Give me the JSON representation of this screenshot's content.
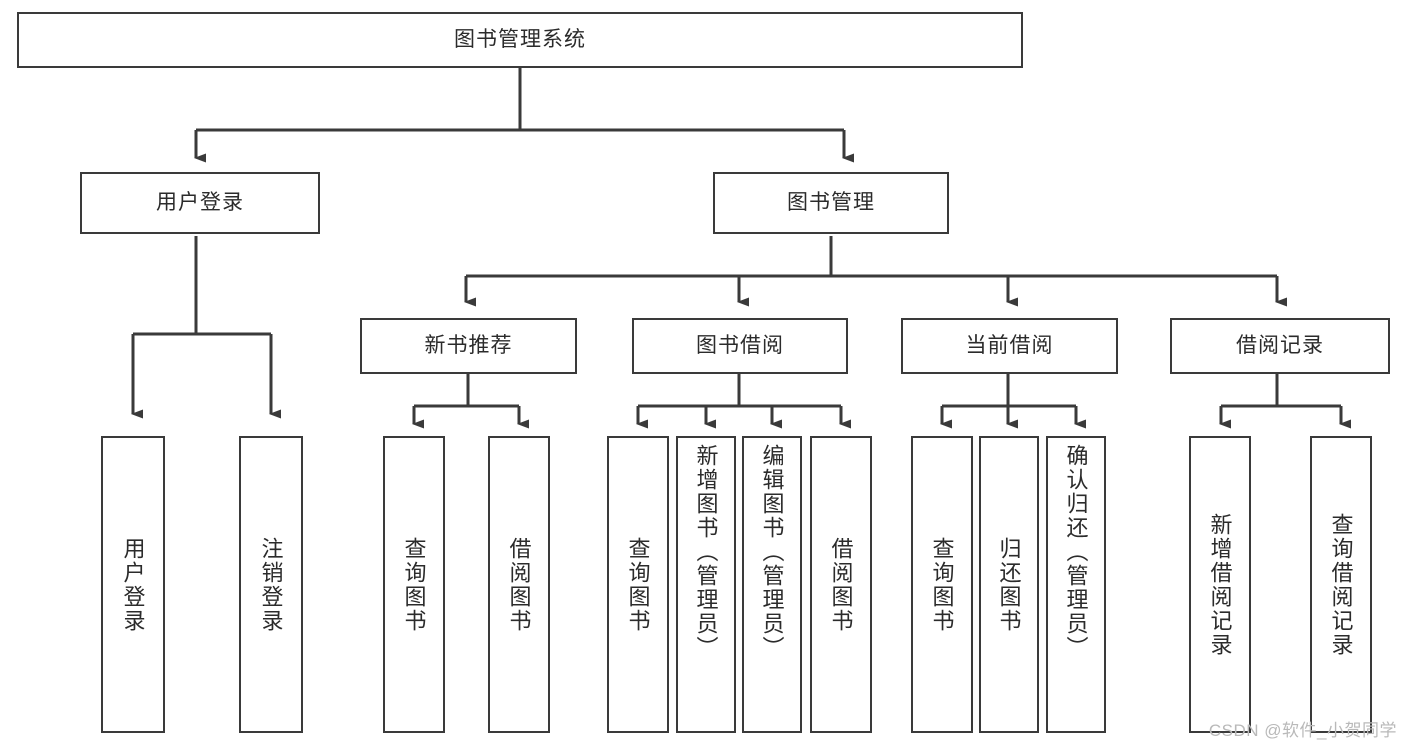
{
  "diagram": {
    "title": "图书管理系统",
    "watermark": "CSDN @软件_小贺同学",
    "colors": {
      "stroke": "#3a3a3a",
      "fill": "#ffffff",
      "text": "#2b2b2b",
      "watermark": "#b9b9b9"
    },
    "root": {
      "label": "图书管理系统"
    },
    "level2": [
      {
        "label": "用户登录"
      },
      {
        "label": "图书管理"
      }
    ],
    "level3": [
      {
        "label": "新书推荐"
      },
      {
        "label": "图书借阅"
      },
      {
        "label": "当前借阅"
      },
      {
        "label": "借阅记录"
      }
    ],
    "leaves": {
      "user_login": [
        {
          "label": "用户登录"
        },
        {
          "label": "注销登录"
        }
      ],
      "new_book_recommend": [
        {
          "label": "查询图书"
        },
        {
          "label": "借阅图书"
        }
      ],
      "book_borrow": [
        {
          "label": "查询图书"
        },
        {
          "label": "新增图书（管理员）"
        },
        {
          "label": "编辑图书（管理员）"
        },
        {
          "label": "借阅图书"
        }
      ],
      "current_borrow": [
        {
          "label": "查询图书"
        },
        {
          "label": "归还图书"
        },
        {
          "label": "确认归还（管理员）"
        }
      ],
      "borrow_record": [
        {
          "label": "新增借阅记录"
        },
        {
          "label": "查询借阅记录"
        }
      ]
    }
  }
}
